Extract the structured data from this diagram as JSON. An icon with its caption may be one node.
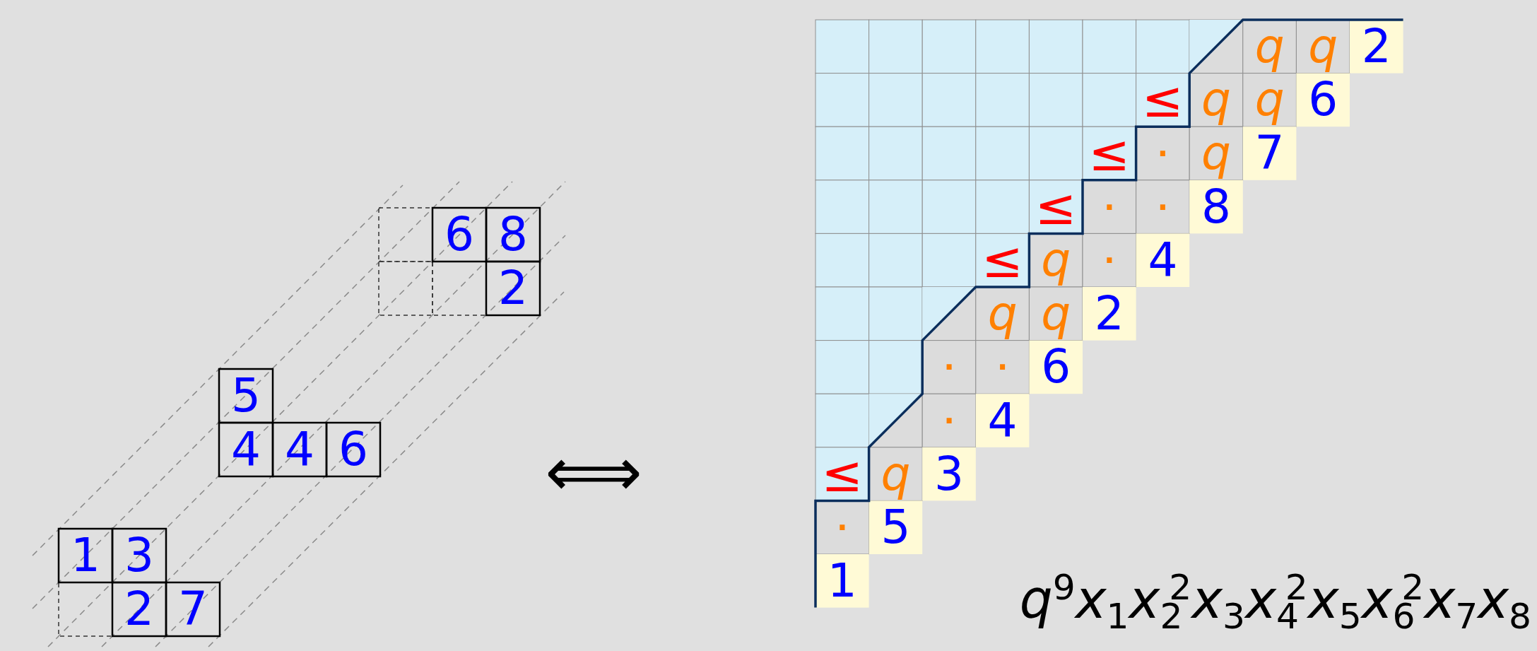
{
  "diagram": {
    "labels": [
      "6",
      "8",
      "2",
      "5",
      "4",
      "4",
      "6",
      "1",
      "3",
      "2",
      "7",
      "⟺",
      "q",
      "q",
      "2",
      "≤",
      "q",
      "q",
      "6",
      "≤",
      "·",
      "q",
      "7",
      "≤",
      "·",
      "·",
      "8",
      "≤",
      "q",
      "·",
      "4",
      "q",
      "q",
      "2",
      "·",
      "·",
      "6",
      "·",
      "4",
      "≤",
      "q",
      "3",
      "·",
      "5",
      "1",
      "q$^{9}$x$_{1}$x$_{2}$$^{2}$x$_{3}$x$_{4}$$^{2}$x$_{5}$x$_{6}$$^{2}$x$_{7}$x$_{8}$"
    ]
  }
}
